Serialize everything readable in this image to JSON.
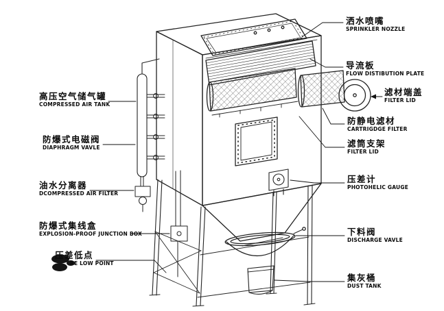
{
  "colors": {
    "background": "#ffffff",
    "line": "#222222",
    "label_text": "#0a0a0a",
    "ink_blob": "#151515"
  },
  "labels": {
    "left": [
      {
        "id": "compressed-air-tank",
        "zh": "高压空气储气罐",
        "en": "COMPRESSED AIR TANK"
      },
      {
        "id": "diaphragm-valve",
        "zh": "防爆式电磁阀",
        "en": "DIAPHRAGM VAVLE"
      },
      {
        "id": "compressed-air-filter",
        "zh": "油水分离器",
        "en": "DCOMPRESSED AIR FILTER"
      },
      {
        "id": "junction-box",
        "zh": "防爆式集线盒",
        "en": "EXPLOSION-PROOF JUNCTION BOX"
      },
      {
        "id": "pressure-low-point",
        "zh": "压差低点",
        "en": "RE LOW POINT"
      }
    ],
    "right": [
      {
        "id": "sprinkler-nozzle",
        "zh": "洒水喷嘴",
        "en": "SPRINKLER NOZZLE"
      },
      {
        "id": "flow-distribution-plate",
        "zh": "导流板",
        "en": "FLOW DISTIBUTION PLATE"
      },
      {
        "id": "filter-lid",
        "zh": "滤材端盖",
        "en": "FILTER LID"
      },
      {
        "id": "cartridge-filter",
        "zh": "防静电滤材",
        "en": "CARTRIGDGE FILTER"
      },
      {
        "id": "filter-bracket",
        "zh": "滤筒支架",
        "en": "FILTER LID"
      },
      {
        "id": "photohelic-gauge",
        "zh": "压差计",
        "en": "PHOTOHELIC GAUGE"
      },
      {
        "id": "discharge-valve",
        "zh": "下料阀",
        "en": "DISCHARGE VAVLE"
      },
      {
        "id": "dust-tank",
        "zh": "集灰桶",
        "en": "DUST TANK"
      }
    ]
  }
}
